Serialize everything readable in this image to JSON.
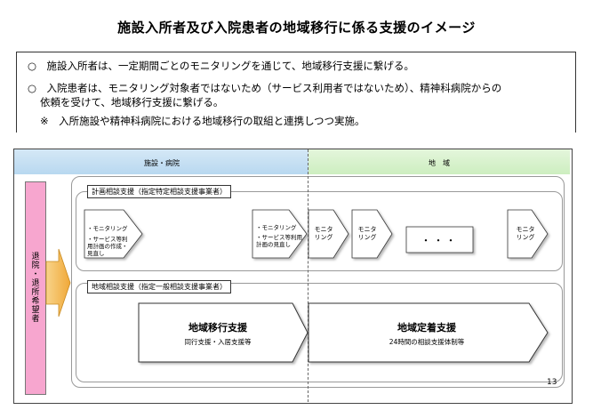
{
  "title": "施設入所者及び入院患者の地域移行に係る支援のイメージ",
  "notes": [
    "○　施設入所者は、一定期間ごとのモニタリングを通じて、地域移行支援に繋げる。",
    "○　入院患者は、モニタリング対象者ではないため（サービス利用者ではないため）、精神科病院からの",
    "依頼を受けて、地域移行支援に繋げる。",
    "※　入所施設や精神科病院における地域移行の取組と連携しつつ実施。"
  ],
  "header": {
    "left": "施設・病院",
    "right": "地　域"
  },
  "side_label": "退院・退所希望者",
  "planning": {
    "label": "計画相談支援（指定特定相談支援事業者）",
    "first_arrow": [
      "・モニタリング",
      "・サービス等利",
      "用計画の作成・",
      "見直し"
    ],
    "second_arrow": [
      "・モニタリング",
      "・サービス等利用",
      "計画の見直し"
    ],
    "monitoring": [
      "モニタ",
      "リング"
    ],
    "ellipsis": "・・・"
  },
  "community": {
    "label": "地域相談支援（指定一般相談支援事業者）",
    "transition_title": "地域移行支援",
    "transition_sub": "同行支援・入居支援等",
    "settlement_title": "地域定着支援",
    "settlement_sub": "24時間の相談支援体制等"
  },
  "page_number": "13",
  "colors": {
    "band_left": "#cfe4f4",
    "band_right": "#dbf3d2",
    "side_box": "#f7a6cf",
    "big_arrow": "#f5b24a"
  }
}
